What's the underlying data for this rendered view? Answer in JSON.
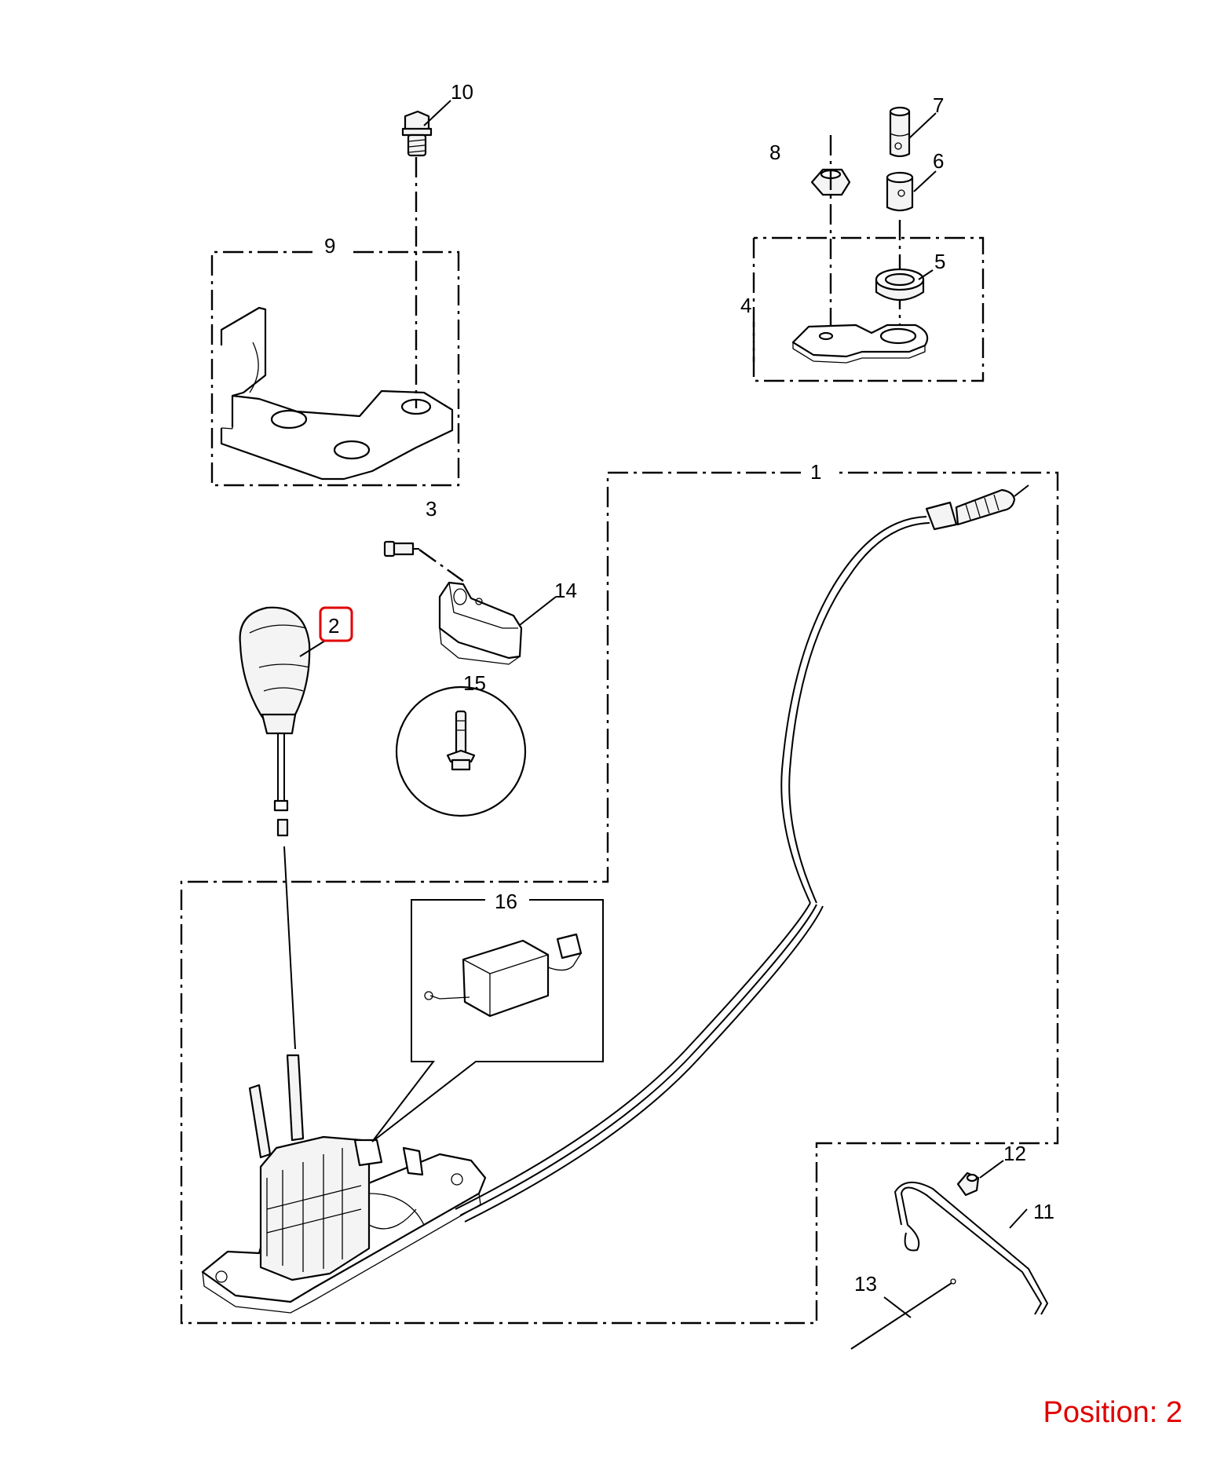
{
  "callouts": [
    "1",
    "2",
    "3",
    "4",
    "5",
    "6",
    "7",
    "8",
    "9",
    "10",
    "11",
    "12",
    "13",
    "14",
    "15",
    "16"
  ],
  "highlighted_callout": "2",
  "position_label": "Position: 2",
  "colors": {
    "highlight": "#e00000",
    "line": "#000000"
  }
}
